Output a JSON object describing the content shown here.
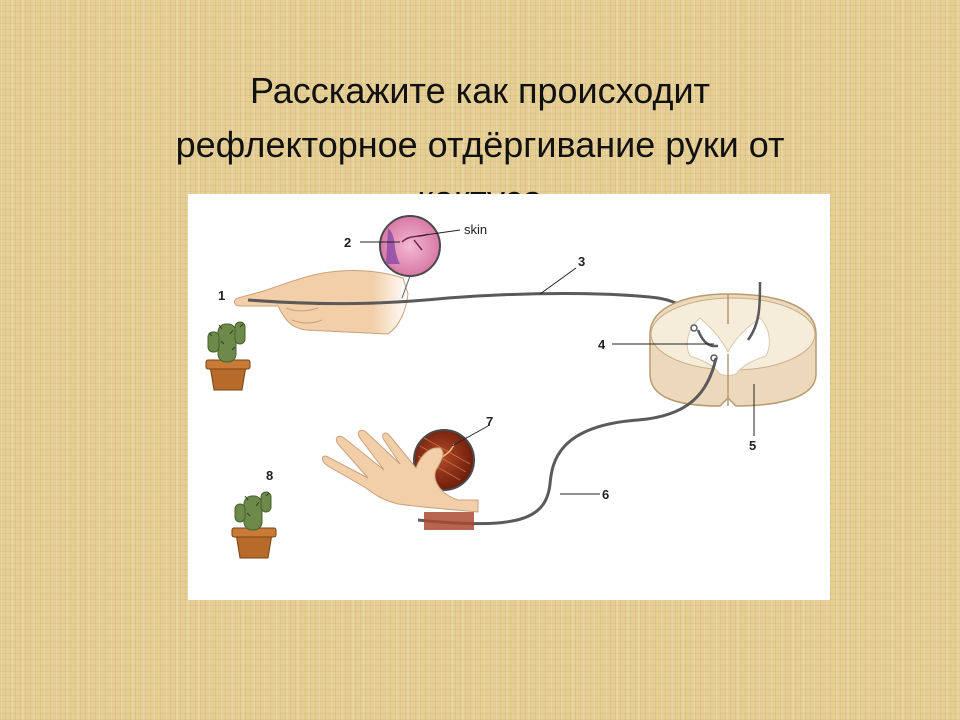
{
  "slide": {
    "title_lines": [
      "Расскажите как происходит",
      "рефлекторное отдёргивание руки от",
      "кактуса"
    ]
  },
  "diagram": {
    "labels": {
      "n1": "1",
      "n2": "2",
      "n3": "3",
      "n4": "4",
      "n5": "5",
      "n6": "6",
      "n7": "7",
      "n8": "8",
      "skin": "skin"
    },
    "colors": {
      "skin_tone": "#f2cfa9",
      "nerve": "#5a5a5a",
      "cactus": "#6e8a4a",
      "pot": "#b76a2a",
      "skin_circle": "#d87aa8",
      "muscle_circle": "#8a2a14",
      "spinal_cord": "#f1e2c9"
    }
  }
}
